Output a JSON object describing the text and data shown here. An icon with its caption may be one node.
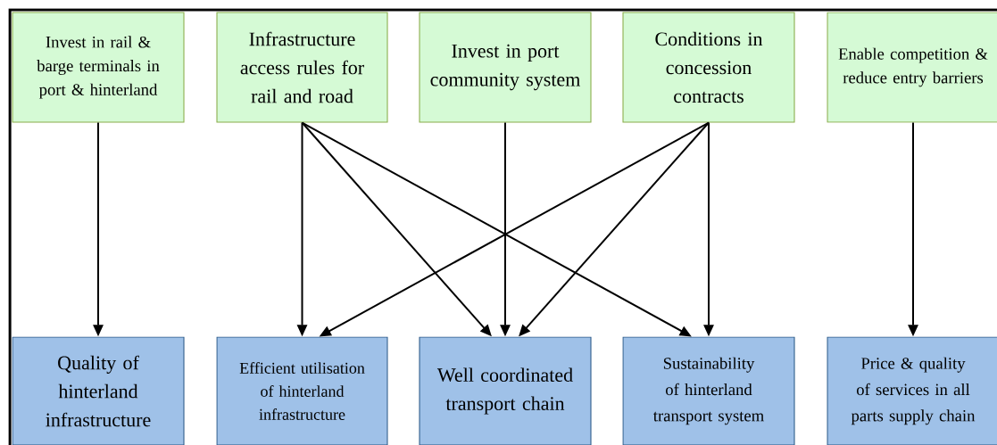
{
  "diagram": {
    "nodes": [
      {
        "text": [
          "Invest in rail & barge terminals in port & hinterland"
        ]
      },
      {
        "text": [
          "Infrastructure access rules for rail and road"
        ]
      },
      {
        "text": [
          "Invest in port community system"
        ]
      },
      {
        "text": [
          "Conditions in concession contracts"
        ]
      },
      {
        "text": [
          "Enable competition & reduce entry barriers"
        ]
      },
      {
        "text": [
          "Quality of hinterland infrastructure"
        ]
      },
      {
        "text": [
          "Efficient utilisation of hinterland infrastructure"
        ]
      },
      {
        "text": [
          "Well coordinated transport chain"
        ]
      },
      {
        "text": [
          "Sustainability of hinterland transport system"
        ]
      },
      {
        "text": [
          "Price & quality of services in all parts supply chain"
        ]
      }
    ],
    "edges": [
      {
        "from": 0,
        "to": 5,
        "arrow": "to"
      },
      {
        "from": 1,
        "to": 6,
        "arrow": "to"
      },
      {
        "from": 1,
        "to": 7,
        "arrow": "to"
      },
      {
        "from": 1,
        "to": 8,
        "arrow": "to"
      },
      {
        "from": 2,
        "to": 7,
        "arrow": "to"
      },
      {
        "from": 3,
        "to": 6,
        "arrow": "to"
      },
      {
        "from": 3,
        "to": 7,
        "arrow": "to"
      },
      {
        "from": 3,
        "to": 8,
        "arrow": "to"
      },
      {
        "from": 4,
        "to": 9,
        "arrow": "to"
      }
    ]
  }
}
